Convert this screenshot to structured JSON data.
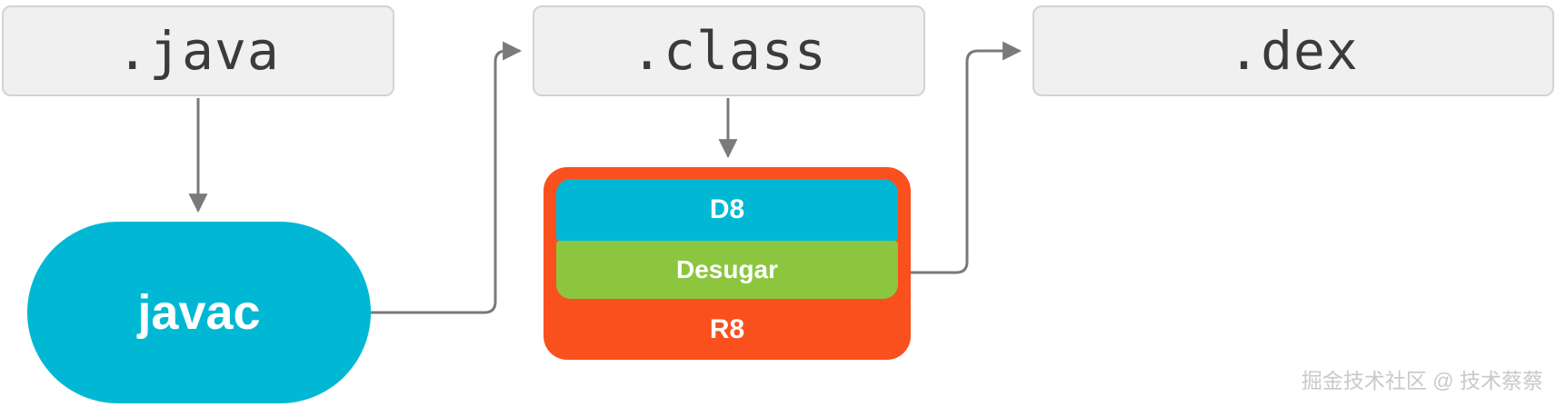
{
  "diagram": {
    "title": "Java to DEX compilation pipeline",
    "colors": {
      "file_box_fill": "#f0f0f0",
      "file_box_border": "#d3d3d3",
      "javac_fill": "#00b8d4",
      "d8_fill": "#00b8d4",
      "desugar_fill": "#8cc63e",
      "r8_fill": "#f9501e",
      "connector": "#7a7a7a",
      "watermark": "#c9c9c9",
      "background": "#ffffff"
    },
    "nodes": {
      "java_file": "​.java",
      "class_file": ".class",
      "dex_file": ".dex",
      "javac": "javac",
      "d8": "D8",
      "desugar": "Desugar",
      "r8": "R8"
    },
    "edges": [
      {
        "from": ".java",
        "to": "javac",
        "style": "straight-down"
      },
      {
        "from": "javac",
        "to": ".class",
        "style": "elbow-right-up"
      },
      {
        "from": ".class",
        "to": "D8",
        "style": "straight-down"
      },
      {
        "from": "R8",
        "to": ".dex",
        "style": "elbow-right-up"
      }
    ],
    "watermark": "掘金技术社区 @ 技术蔡蔡"
  }
}
